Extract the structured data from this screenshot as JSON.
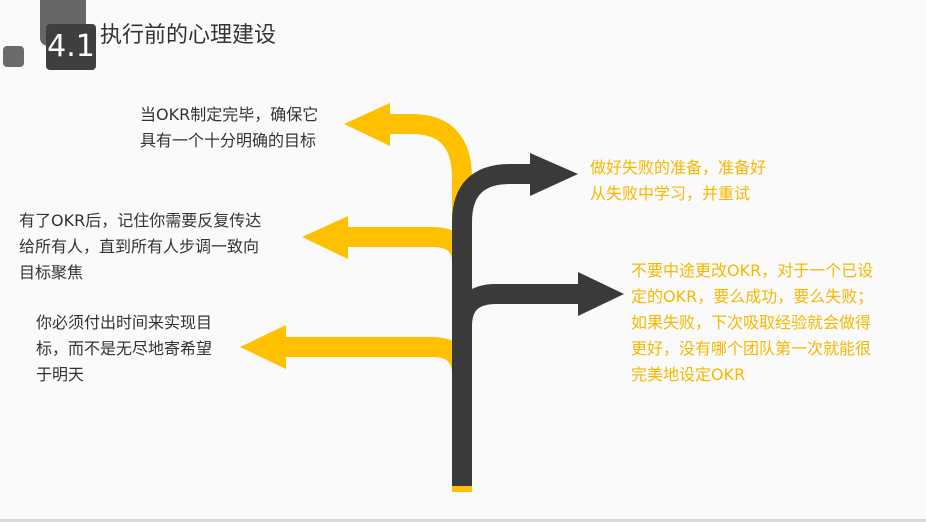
{
  "section": {
    "number": "4.1",
    "title": "执行前的心理建设"
  },
  "left_items": [
    {
      "lines": [
        "当OKR制定完毕，确保它",
        "具有一个十分明确的目标"
      ]
    },
    {
      "lines": [
        "有了OKR后，记住你需要反复传达",
        "给所有人，直到所有人步调一致向",
        "目标聚焦"
      ]
    },
    {
      "lines": [
        "你必须付出时间来实现目",
        "标，而不是无尽地寄希望",
        "于明天"
      ]
    }
  ],
  "right_items": [
    {
      "lines": [
        "做好失败的准备，准备好",
        "从失败中学习，并重试"
      ]
    },
    {
      "lines": [
        "不要中途更改OKR，对于一个已设",
        "定的OKR，要么成功，要么失败；",
        "如果失败，下次吸取经验就会做得",
        "更好，没有哪个团队第一次就能很",
        "完美地设定OKR"
      ]
    }
  ],
  "colors": {
    "yellow": "#ffc000",
    "dark": "#3a3a3a",
    "right_text": "#f5b800",
    "left_text": "#333333"
  }
}
